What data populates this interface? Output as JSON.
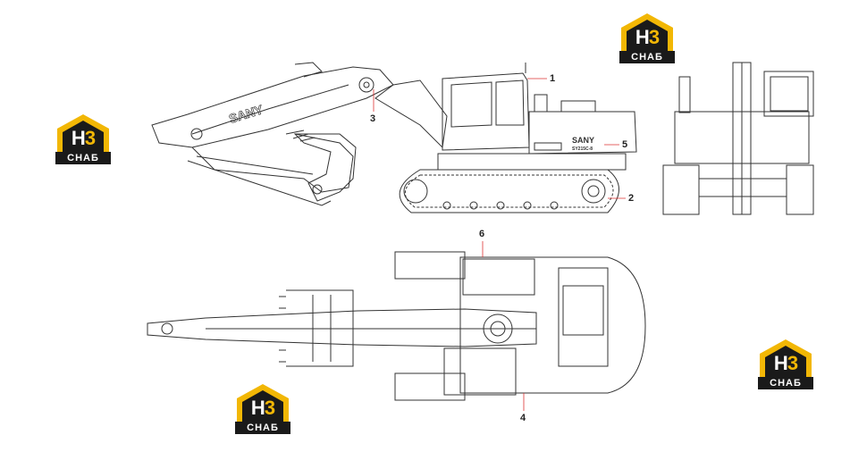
{
  "logos": [
    {
      "label": "H3",
      "caption": "СНАБ"
    },
    {
      "label": "H3",
      "caption": "СНАБ"
    },
    {
      "label": "H3",
      "caption": "СНАБ"
    },
    {
      "label": "H3",
      "caption": "СНАБ"
    }
  ],
  "callouts": [
    "1",
    "2",
    "3",
    "4",
    "5",
    "6"
  ],
  "boom_brand": "SANY",
  "body_brand": "SANY",
  "model_plate": "SY215C-8",
  "colors": {
    "logo_yellow": "#f2b705",
    "logo_dark": "#1a1a1a",
    "line": "#333333"
  }
}
